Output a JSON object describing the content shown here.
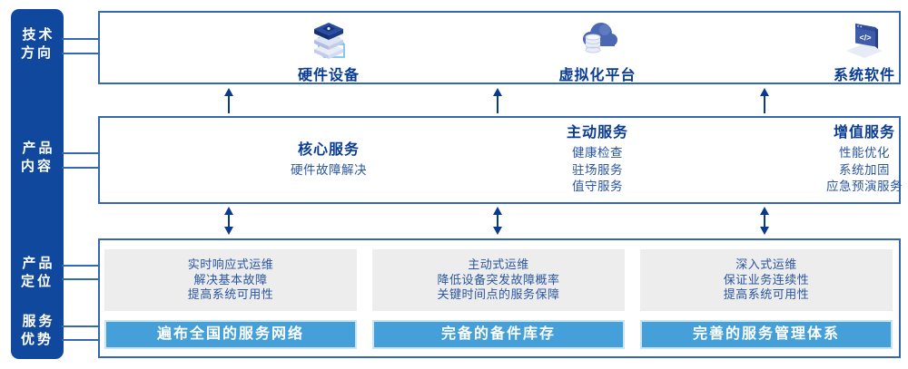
{
  "sidebar": {
    "items": [
      {
        "id": "tech-direction",
        "label": "技术\n方向"
      },
      {
        "id": "product-content",
        "label": "产品\n内容"
      },
      {
        "id": "product-positioning",
        "label": "产品\n定位"
      },
      {
        "id": "service-advantage",
        "label": "服务\n优势"
      }
    ]
  },
  "tech_row": {
    "items": [
      {
        "icon": "server-stack-icon",
        "label": "硬件设备"
      },
      {
        "icon": "cloud-platform-icon",
        "label": "虚拟化平台"
      },
      {
        "icon": "code-window-icon",
        "label": "系统软件"
      }
    ]
  },
  "product_content": {
    "columns": [
      {
        "title": "核心服务",
        "items": [
          "硬件故障解决"
        ]
      },
      {
        "title": "主动服务",
        "items": [
          "健康检查",
          "驻场服务",
          "值守服务"
        ]
      },
      {
        "title": "增值服务",
        "items": [
          "性能优化",
          "系统加固",
          "应急预演服务"
        ]
      }
    ]
  },
  "positioning": {
    "columns": [
      {
        "lines": [
          "实时响应式运维",
          "解决基本故障",
          "提高系统可用性"
        ],
        "bar": "遍布全国的服务网络"
      },
      {
        "lines": [
          "主动式运维",
          "降低设备突发故障概率",
          "关键时间点的服务保障"
        ],
        "bar": "完备的备件库存"
      },
      {
        "lines": [
          "深入式运维",
          "保证业务连续性",
          "提高系统可用性"
        ],
        "bar": "完善的服务管理体系"
      }
    ]
  },
  "icons": {
    "code_glyph": "</>"
  },
  "colors": {
    "sidebar_bg": "#0F489D",
    "panel_border": "#3569AF",
    "heading_text": "#0A3C94",
    "body_text": "#2A55A0",
    "arrow": "#0A3A8C",
    "gray_card_bg": "#EDEDED",
    "advantage_bar_bg": "#45A0D9",
    "advantage_bar_border": "#C9E4F5",
    "label_text_on_dark": "#FFFFFF"
  }
}
